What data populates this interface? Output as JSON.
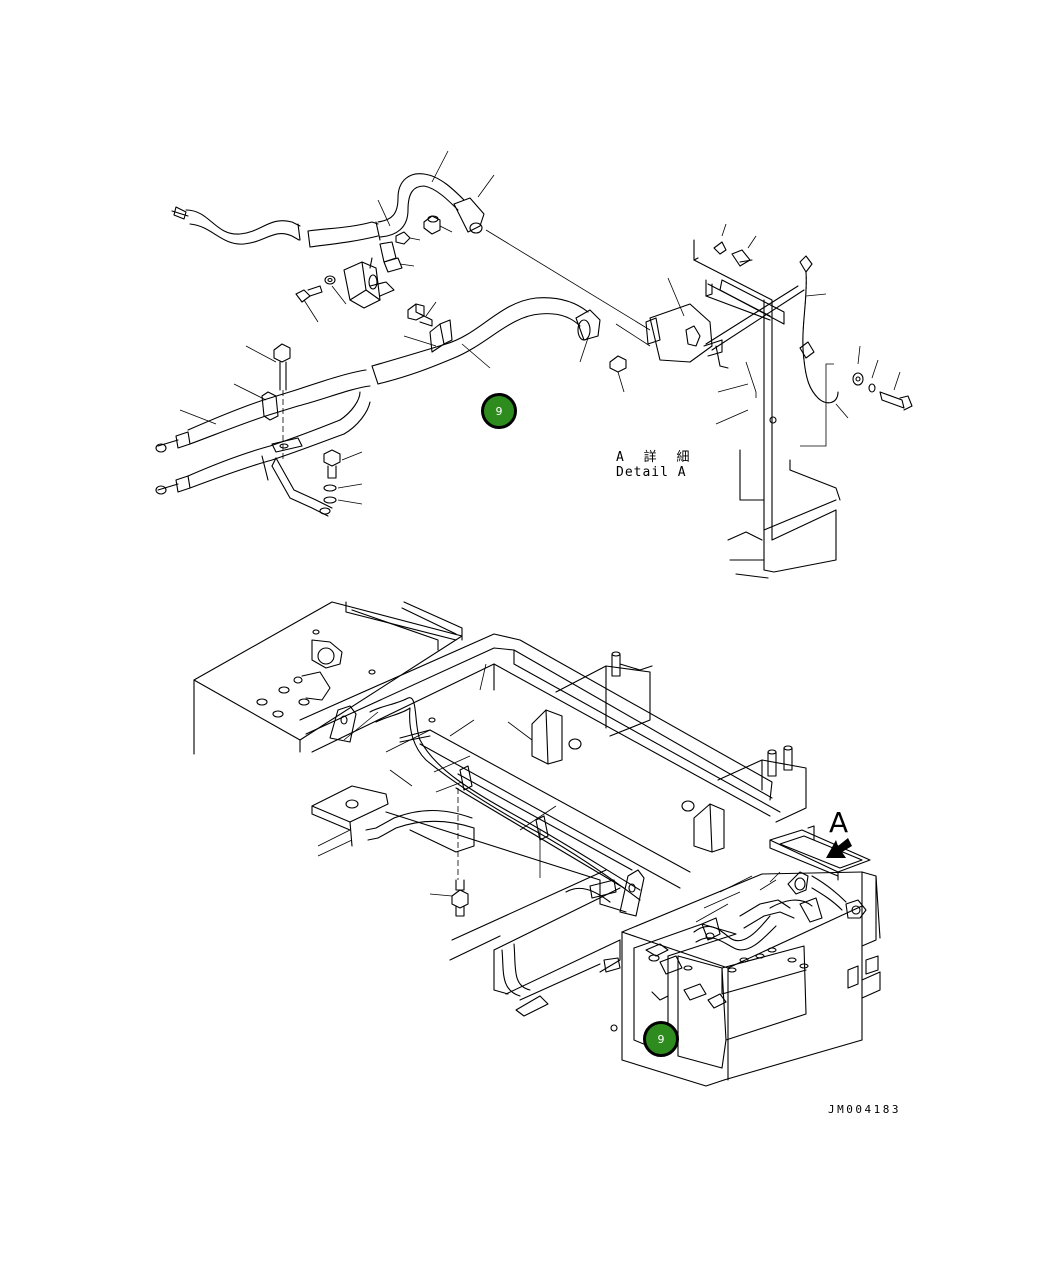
{
  "detail": {
    "label_jp": "A 詳 細",
    "label_en": "Detail A"
  },
  "view_marker": "A",
  "callouts": {
    "top": "9",
    "bottom": "9"
  },
  "document_id": "JM004183",
  "colors": {
    "callout_fill": "#2e8b1e",
    "callout_border": "#000000",
    "line": "#000000",
    "background": "#ffffff"
  }
}
